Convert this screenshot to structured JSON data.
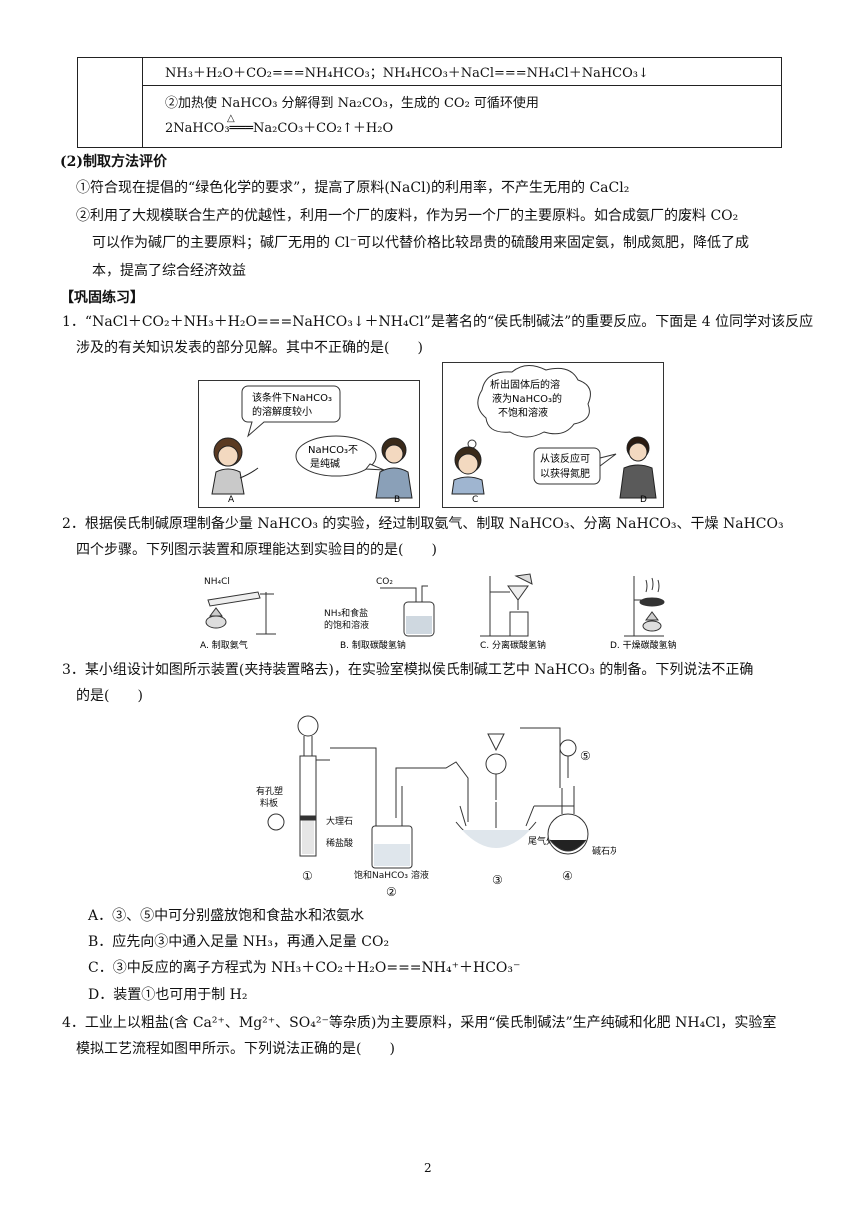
{
  "table": {
    "row1": "NH₃＋H₂O＋CO₂===NH₄HCO₃；NH₄HCO₃＋NaCl===NH₄Cl＋NaHCO₃↓",
    "row2a": "②加热使 NaHCO₃ 分解得到 Na₂CO₃，生成的 CO₂ 可循环使用",
    "row2b": "2NaHCO₃═══Na₂CO₃＋CO₂↑＋H₂O",
    "heat_symbol": "△"
  },
  "section2": {
    "title": "(2)制取方法评价",
    "p1": "①符合现在提倡的“绿色化学的要求”，提高了原料(NaCl)的利用率，不产生无用的 CaCl₂",
    "p2_l1": "②利用了大规模联合生产的优越性，利用一个厂的废料，作为另一个厂的主要原料。如合成氨厂的废料 CO₂",
    "p2_l2": "可以作为碱厂的主要原料；碱厂无用的 Cl⁻可以代替价格比较昂贵的硫酸用来固定氨，制成氮肥，降低了成",
    "p2_l3": "本，提高了综合经济效益"
  },
  "practice_title": "【巩固练习】",
  "q1": {
    "l1": "1．“NaCl＋CO₂＋NH₃＋H₂O===NaHCO₃↓＋NH₄Cl”是著名的“侯氏制碱法”的重要反应。下面是 4 位同学对该反应",
    "l2": "涉及的有关知识发表的部分见解。其中不正确的是(　　)",
    "bubbleA": [
      "该条件下NaHCO₃",
      "的溶解度较小"
    ],
    "bubbleB": [
      "NaHCO₃不",
      "是纯碱"
    ],
    "bubbleC": [
      "析出固体后的溶",
      "液为NaHCO₃的",
      "不饱和溶液"
    ],
    "bubbleD": [
      "从该反应可",
      "以获得氮肥"
    ],
    "labels": [
      "A",
      "B",
      "C",
      "D"
    ]
  },
  "q2": {
    "l1": "2．根据侯氏制碱原理制备少量 NaHCO₃ 的实验，经过制取氨气、制取 NaHCO₃、分离 NaHCO₃、干燥 NaHCO₃",
    "l2": "四个步骤。下列图示装置和原理能达到实验目的的是(　　)",
    "captions": [
      "A. 制取氨气",
      "B. 制取碳酸氢钠",
      "C. 分离碳酸氢钠",
      "D. 干燥碳酸氢钠"
    ],
    "labelA": "NH₄Cl",
    "labelB_gas": "CO₂",
    "labelB_sol": [
      "NH₃和食盐",
      "的饱和溶液"
    ]
  },
  "q3": {
    "l1": "3．某小组设计如图所示装置(夹持装置略去)，在实验室模拟侯氏制碱工艺中 NaHCO₃ 的制备。下列说法不正确",
    "l2": "的是(　　)",
    "labels": {
      "plate": [
        "有孔塑",
        "料板"
      ],
      "marble": "大理石",
      "acid": "稀盐酸",
      "solution": "饱和NaHCO₃ 溶液",
      "tail": "尾气处理",
      "lime": "碱石灰",
      "n1": "①",
      "n2": "②",
      "n3": "③",
      "n4": "④",
      "n5": "⑤"
    },
    "options": [
      "A．③、⑤中可分别盛放饱和食盐水和浓氨水",
      "B．应先向③中通入足量 NH₃，再通入足量 CO₂",
      "C．③中反应的离子方程式为 NH₃＋CO₂＋H₂O===NH₄⁺＋HCO₃⁻",
      "D．装置①也可用于制 H₂"
    ]
  },
  "q4": {
    "l1": "4．工业上以粗盐(含 Ca²⁺、Mg²⁺、SO₄²⁻等杂质)为主要原料，采用“侯氏制碱法”生产纯碱和化肥 NH₄Cl，实验室",
    "l2": "模拟工艺流程如图甲所示。下列说法正确的是(　　)"
  },
  "page_number": "2"
}
